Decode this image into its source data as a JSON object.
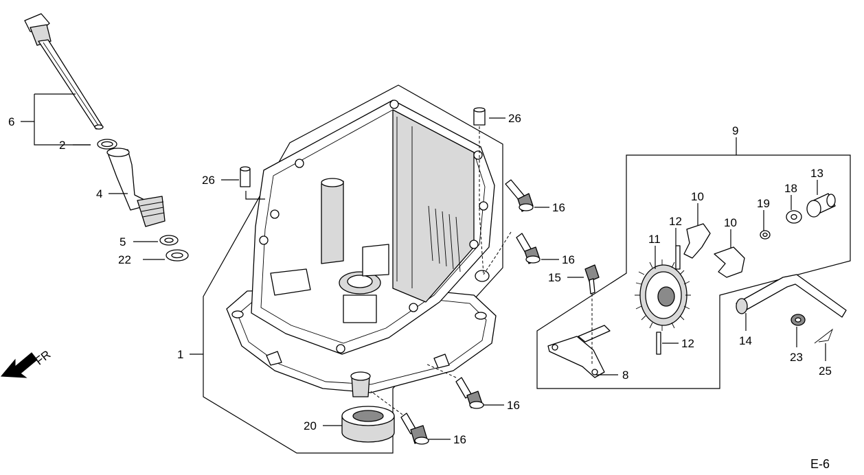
{
  "diagram": {
    "page_label": "E-6",
    "direction_label": "FR",
    "callouts": {
      "c1": "1",
      "c2": "2",
      "c4": "4",
      "c5": "5",
      "c6": "6",
      "c8": "8",
      "c9": "9",
      "c10a": "10",
      "c10b": "10",
      "c11": "11",
      "c12a": "12",
      "c12b": "12",
      "c13": "13",
      "c14": "14",
      "c15": "15",
      "c16a": "16",
      "c16b": "16",
      "c16c": "16",
      "c16d": "16",
      "c18": "18",
      "c19": "19",
      "c20": "20",
      "c22": "22",
      "c23": "23",
      "c25": "25",
      "c26a": "26",
      "c26b": "26"
    }
  }
}
